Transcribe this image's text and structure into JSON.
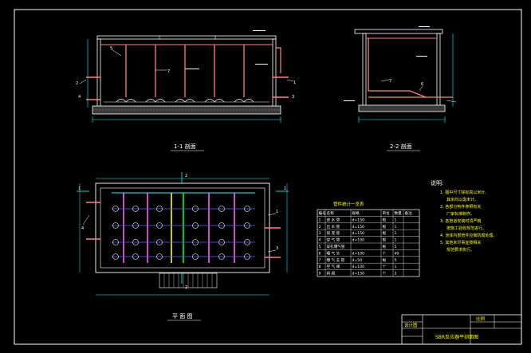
{
  "drawing": {
    "section_1_title": "1-1 剖面",
    "section_2_title": "2-2 剖面",
    "plan_title": "平 面 图",
    "section_marks": [
      "1",
      "1",
      "2",
      "2"
    ],
    "leader_numbers": [
      "1",
      "2",
      "3",
      "4",
      "5",
      "6",
      "7"
    ],
    "notes": {
      "heading": "说明:",
      "items": [
        "1. 图中尺寸除标高以米计,",
        "其余均以毫米计。",
        "2. 各部分构件参照有关",
        "厂家标准制作。",
        "3. 各管道安装时须严格",
        "按施工验收规范进行。",
        "4. 池体内部管件应做防腐处理。",
        "5. 其他未尽事宜按相关",
        "规范要求执行。"
      ]
    },
    "table": {
      "title": "管件统计一览表",
      "headers": [
        "编号",
        "名称",
        "规格",
        "单位",
        "数量",
        "备注"
      ],
      "rows": [
        [
          "1",
          "进 水 管",
          "d=150",
          "根",
          "1",
          ""
        ],
        [
          "2",
          "出 水 管",
          "d=150",
          "根",
          "1",
          ""
        ],
        [
          "3",
          "排 泥 管",
          "d=150",
          "根",
          "1",
          ""
        ],
        [
          "4",
          "空 气 管",
          "d=100",
          "根",
          "1",
          ""
        ],
        [
          "5",
          "穿孔曝气管",
          "",
          "根",
          "5",
          ""
        ],
        [
          "6",
          "曝 气 头",
          "d=100",
          "个",
          "40",
          ""
        ],
        [
          "7",
          "曝 气 支 管",
          "d=50",
          "根",
          "5",
          ""
        ],
        [
          "8",
          "空 气 阀",
          "d=100",
          "个",
          "1",
          ""
        ],
        [
          "9",
          "闸 阀",
          "d=150",
          "个",
          "3",
          ""
        ]
      ]
    },
    "title_block": {
      "designer_label": "设计图",
      "scale_label": "比例",
      "drawing_name": "SBR反应器平剖面图"
    }
  }
}
